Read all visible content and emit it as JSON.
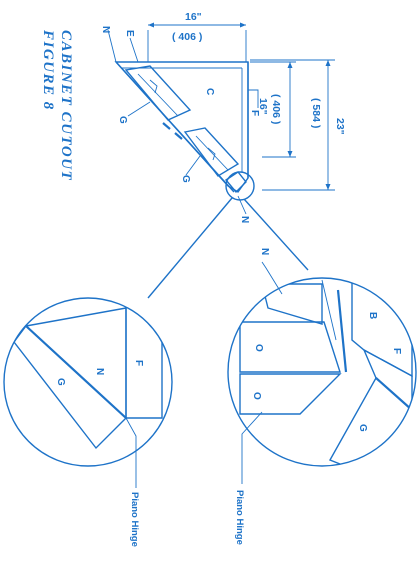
{
  "figure": {
    "title_line1": "CABINET CUTOUT",
    "title_line2": "FIGURE 8",
    "accent_color": "#1e73c8",
    "background": "#ffffff"
  },
  "dimensions": {
    "top_in": "16\"",
    "top_mm": "( 406 )",
    "mid_in": "16\"",
    "mid_mm": "( 406 )",
    "right_in": "23\"",
    "right_mm": "( 584 )"
  },
  "labels": {
    "N": "N",
    "E": "E",
    "C": "C",
    "F": "F",
    "G": "G",
    "B": "B",
    "O": "O"
  },
  "notes": {
    "piano_hinge": "Piano Hinge"
  }
}
